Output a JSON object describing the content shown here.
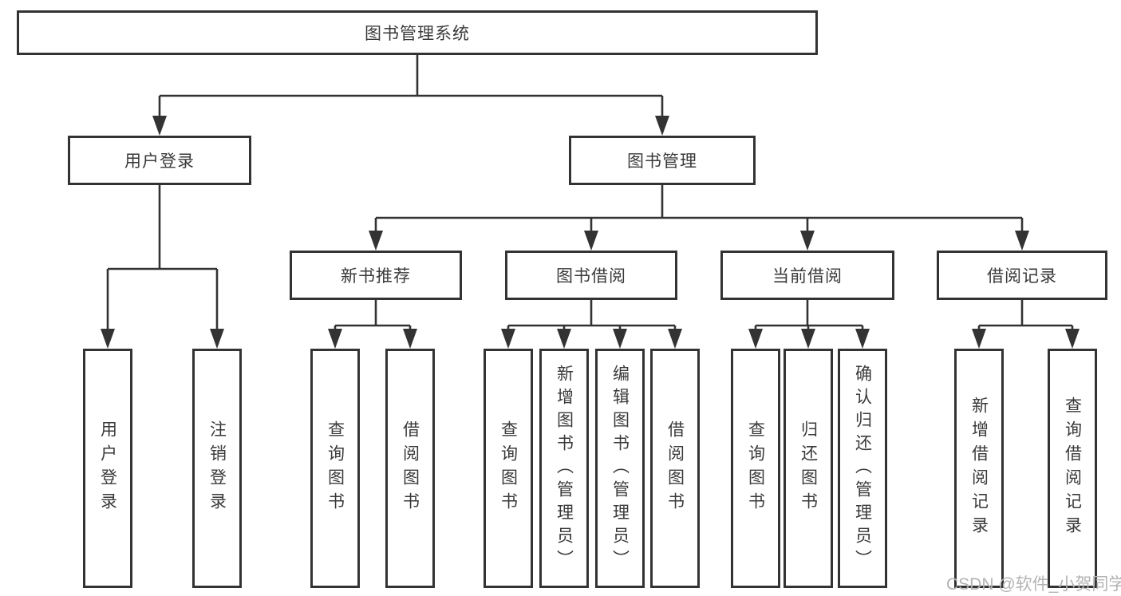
{
  "diagram": {
    "root": {
      "label": "图书管理系统"
    },
    "level2": [
      {
        "id": "user-login",
        "label": "用户登录"
      },
      {
        "id": "book-management",
        "label": "图书管理"
      }
    ],
    "level3": [
      {
        "id": "new-book-recommend",
        "label": "新书推荐"
      },
      {
        "id": "book-borrowing",
        "label": "图书借阅"
      },
      {
        "id": "current-borrowing",
        "label": "当前借阅"
      },
      {
        "id": "borrowing-records",
        "label": "借阅记录"
      }
    ],
    "leaves": [
      {
        "id": "user-login-action",
        "label": "用户登录",
        "parent": "user-login"
      },
      {
        "id": "logout",
        "label": "注销登录",
        "parent": "user-login"
      },
      {
        "id": "query-books-recommend",
        "label": "查询图书",
        "parent": "new-book-recommend"
      },
      {
        "id": "borrow-books-recommend",
        "label": "借阅图书",
        "parent": "new-book-recommend"
      },
      {
        "id": "query-books-borrowing",
        "label": "查询图书",
        "parent": "book-borrowing"
      },
      {
        "id": "add-book-admin",
        "label": "新增图书（管理员）",
        "parent": "book-borrowing"
      },
      {
        "id": "edit-book-admin",
        "label": "编辑图书（管理员）",
        "parent": "book-borrowing"
      },
      {
        "id": "borrow-books-borrowing",
        "label": "借阅图书",
        "parent": "book-borrowing"
      },
      {
        "id": "query-books-current",
        "label": "查询图书",
        "parent": "current-borrowing"
      },
      {
        "id": "return-book",
        "label": "归还图书",
        "parent": "current-borrowing"
      },
      {
        "id": "confirm-return-admin",
        "label": "确认归还（管理员）",
        "parent": "current-borrowing"
      },
      {
        "id": "add-borrow-record",
        "label": "新增借阅记录",
        "parent": "borrowing-records"
      },
      {
        "id": "query-borrow-record",
        "label": "查询借阅记录",
        "parent": "borrowing-records"
      }
    ]
  },
  "watermark": "CSDN @软件_小贺同学",
  "colors": {
    "line": "#333333",
    "text": "#3a3a3a",
    "watermark": "#b3b3b3",
    "background": "#ffffff"
  }
}
